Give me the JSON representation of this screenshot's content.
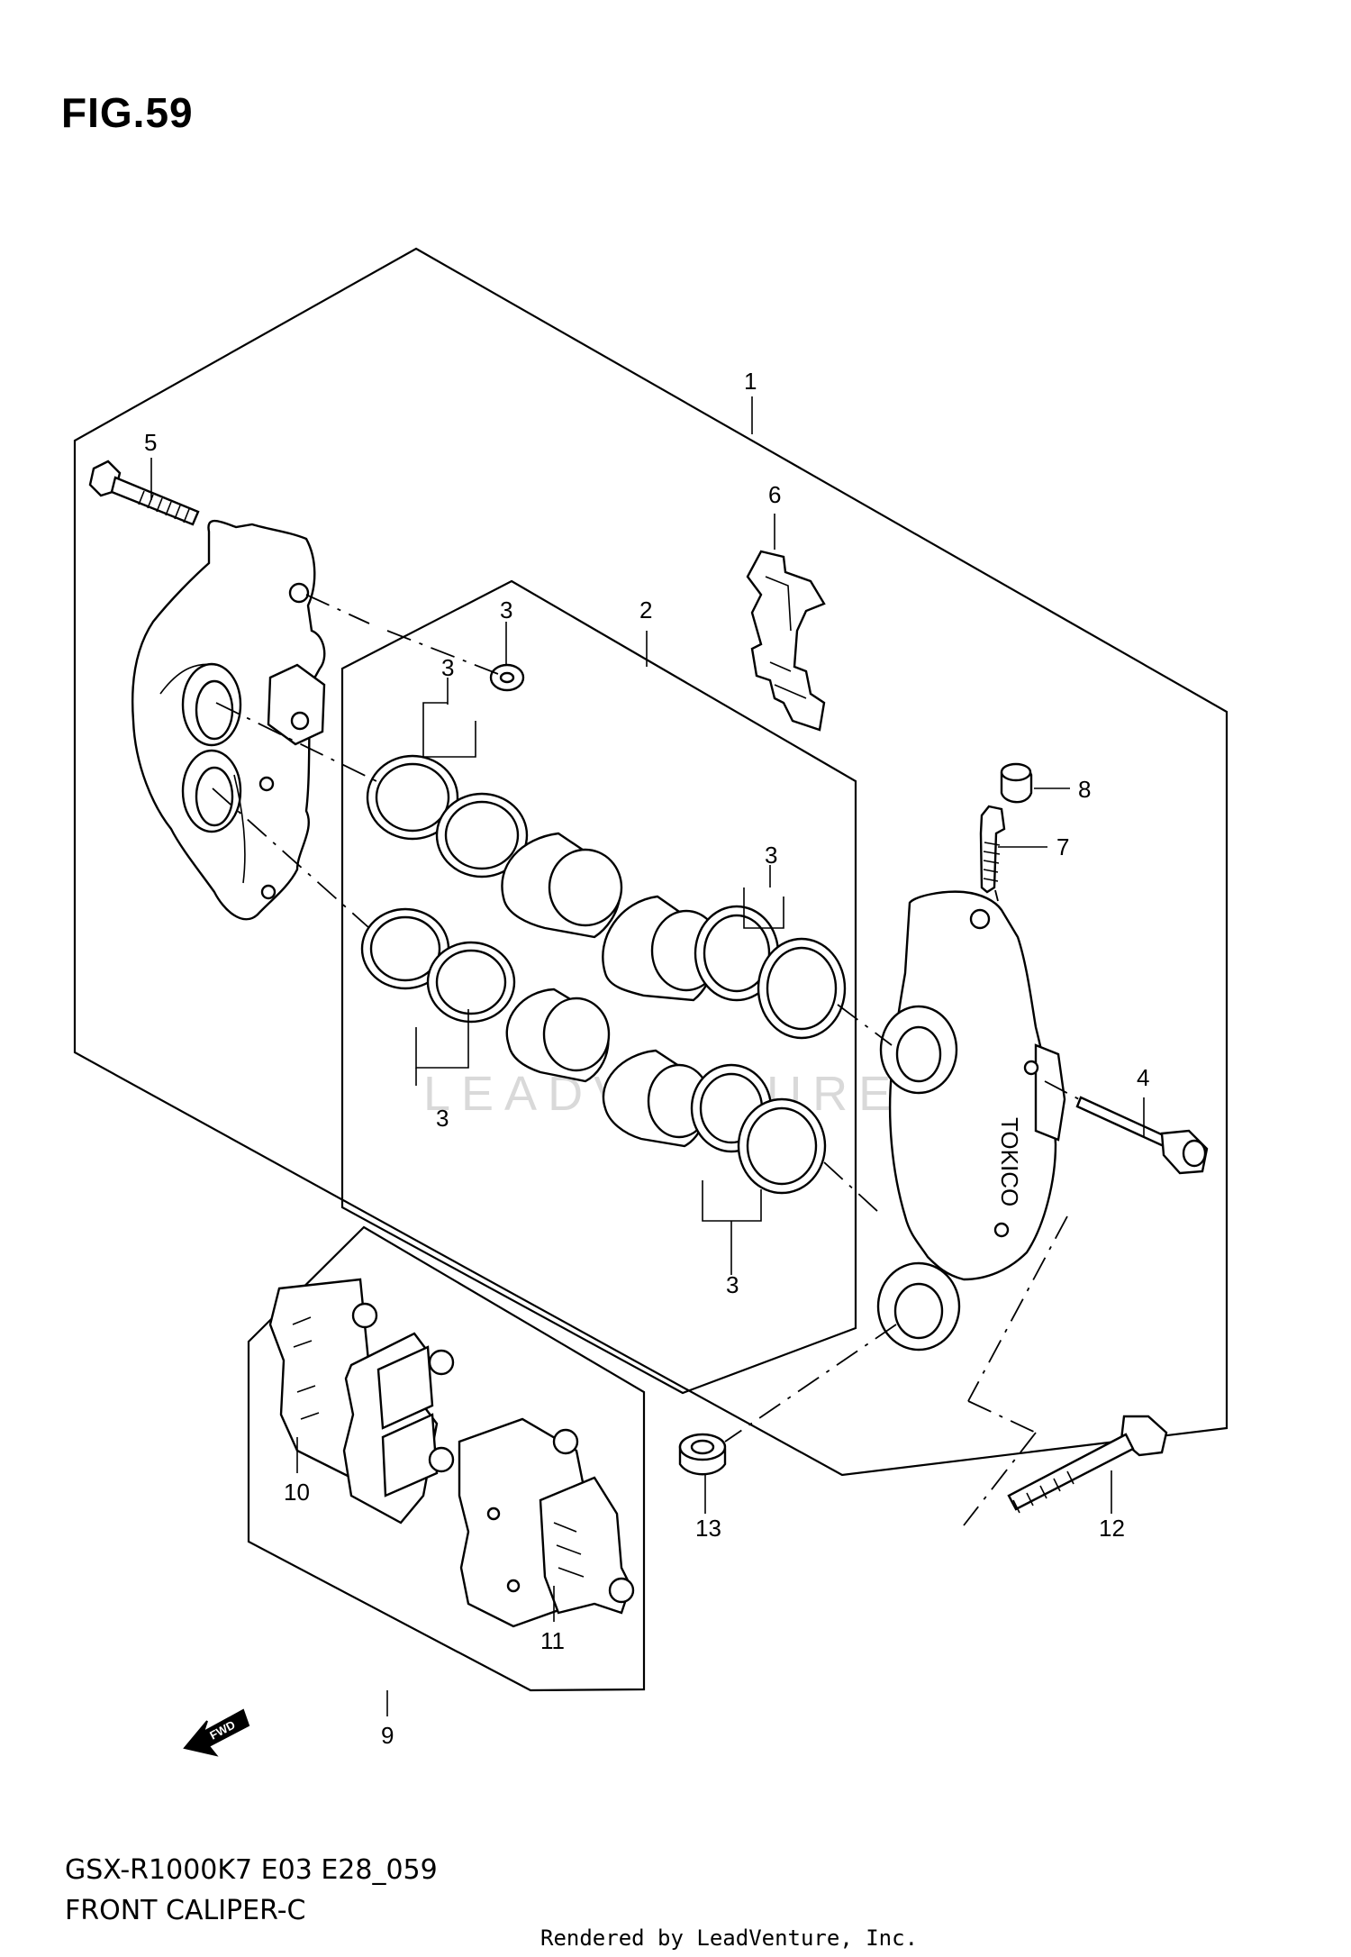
{
  "header": {
    "figure": "FIG.59"
  },
  "footer": {
    "code": "GSX-R1000K7 E03 E28_059",
    "name": "FRONT CALIPER-C",
    "rendered_by": "Rendered by LeadVenture, Inc."
  },
  "watermark": "LEADVENTURE",
  "callouts": {
    "c1": "1",
    "c2": "2",
    "c3a": "3",
    "c3b": "3",
    "c3c": "3",
    "c3d": "3",
    "c3e": "3",
    "c4": "4",
    "c5": "5",
    "c6": "6",
    "c7": "7",
    "c8": "8",
    "c9": "9",
    "c10": "10",
    "c11": "11",
    "c12": "12",
    "c13": "13"
  },
  "badge": {
    "fwd": "FWD"
  },
  "caliper_stamp": "TOKICO"
}
